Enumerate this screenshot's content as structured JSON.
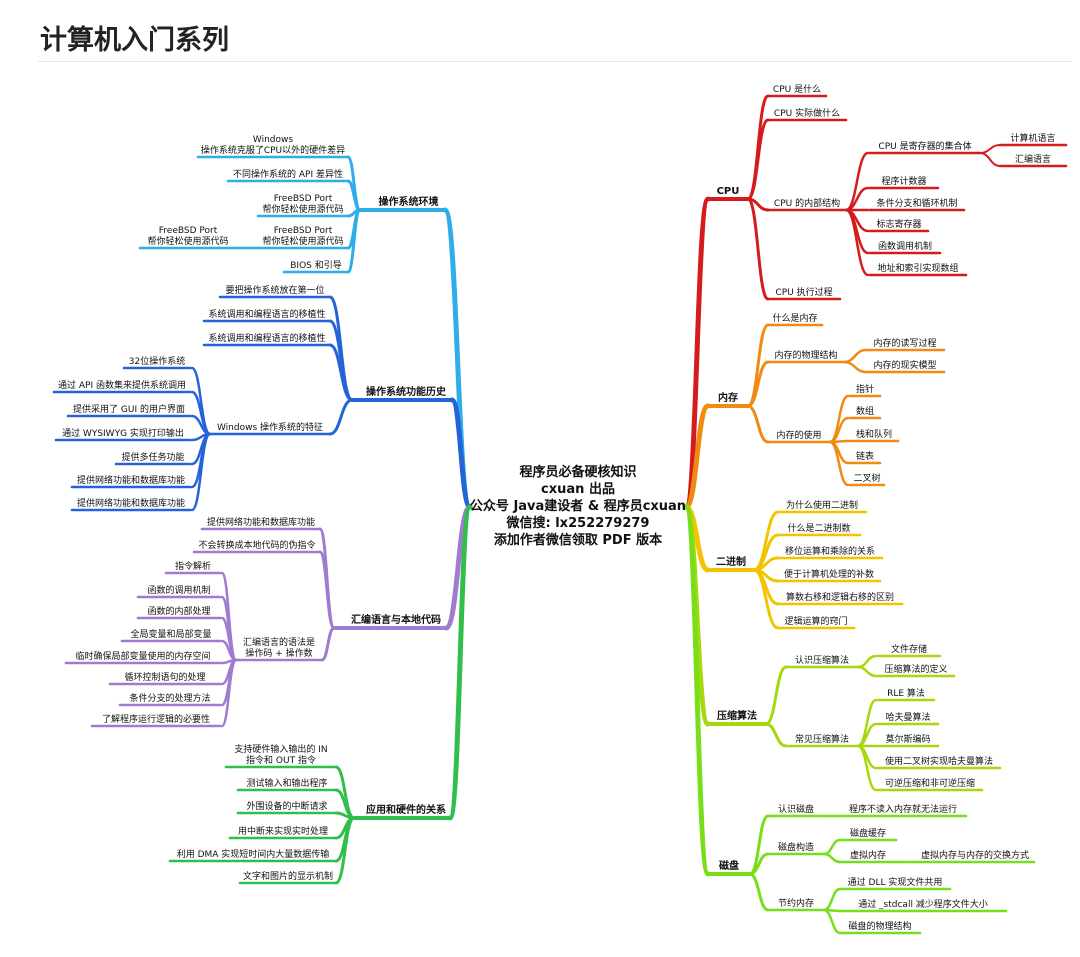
{
  "page_title": "计算机入门系列",
  "center": {
    "lines": [
      "程序员必备硬核知识",
      "cxuan 出品",
      "公众号 Java建设者 & 程序员cxuan",
      "微信搜: lx252279279",
      "添加作者微信领取 PDF 版本"
    ]
  },
  "colors": {
    "os_env": "#2eaee8",
    "os_hist": "#2563d9",
    "asm": "#a07bd0",
    "hw": "#2fbf4a",
    "cpu": "#d41c1c",
    "mem": "#f08a10",
    "bin": "#f2c400",
    "comp": "#a6d80d",
    "disk": "#78de1a"
  },
  "branches": {
    "os_env": {
      "label": "操作系统环境",
      "children": [
        "Windows\n操作系统克服了CPU以外的硬件差异",
        "不同操作系统的 API 差异性",
        "FreeBSD Port\n帮你轻松使用源代码",
        "FreeBSD Port\n帮你轻松使用源代码",
        "BIOS 和引导"
      ],
      "extra": "FreeBSD Port\n帮你轻松使用源代码"
    },
    "os_hist": {
      "label": "操作系统功能历史",
      "children": [
        "要把操作系统放在第一位",
        "系统调用和编程语言的移植性",
        "系统调用和编程语言的移植性",
        "Windows 操作系统的特征"
      ],
      "win_features": [
        "32位操作系统",
        "通过 API 函数集来提供系统调用",
        "提供采用了 GUI 的用户界面",
        "通过 WYSIWYG 实现打印输出",
        "提供多任务功能",
        "提供网络功能和数据库功能",
        "提供网络功能和数据库功能"
      ]
    },
    "asm": {
      "label": "汇编语言与本地代码",
      "children": [
        "提供网络功能和数据库功能",
        "不会转换成本地代码的伪指令",
        "汇编语言的语法是\n操作码 + 操作数"
      ],
      "syntax": [
        "指令解析",
        "函数的调用机制",
        "函数的内部处理",
        "全局变量和局部变量",
        "临时确保局部变量使用的内存空间",
        "循环控制语句的处理",
        "条件分支的处理方法",
        "了解程序运行逻辑的必要性"
      ]
    },
    "hw": {
      "label": "应用和硬件的关系",
      "children": [
        "支持硬件输入输出的 IN\n指令和 OUT 指令",
        "测试输入和输出程序",
        "外围设备的中断请求",
        "用中断来实现实时处理",
        "利用 DMA 实现短时间内大量数据传输",
        "文字和图片的显示机制"
      ]
    },
    "cpu": {
      "label": "CPU",
      "children": [
        "CPU 是什么",
        "CPU 实际做什么",
        "CPU 的内部结构",
        "CPU 执行过程"
      ],
      "inner": [
        "CPU 是寄存器的集合体",
        "程序计数器",
        "条件分支和循环机制",
        "标志寄存器",
        "函数调用机制",
        "地址和索引实现数组"
      ],
      "regs": [
        "计算机语言",
        "汇编语言"
      ]
    },
    "mem": {
      "label": "内存",
      "children": [
        "什么是内存",
        "内存的物理结构",
        "内存的使用"
      ],
      "phys": [
        "内存的读写过程",
        "内存的现实模型"
      ],
      "use": [
        "指针",
        "数组",
        "栈和队列",
        "链表",
        "二叉树"
      ]
    },
    "bin": {
      "label": "二进制",
      "children": [
        "为什么使用二进制",
        "什么是二进制数",
        "移位运算和乘除的关系",
        "便于计算机处理的补数",
        "算数右移和逻辑右移的区别",
        "逻辑运算的窍门"
      ]
    },
    "comp": {
      "label": "压缩算法",
      "children": [
        "认识压缩算法",
        "常见压缩算法"
      ],
      "know": [
        "文件存储",
        "压缩算法的定义"
      ],
      "algos": [
        "RLE 算法",
        "哈夫曼算法",
        "莫尔斯编码",
        "使用二叉树实现哈夫曼算法",
        "可逆压缩和非可逆压缩"
      ]
    },
    "disk": {
      "label": "磁盘",
      "children": [
        "认识磁盘",
        "磁盘构造",
        "节约内存"
      ],
      "know": [
        "程序不读入内存就无法运行"
      ],
      "struct": [
        "磁盘缓存",
        "虚拟内存"
      ],
      "vm": [
        "虚拟内存与内存的交换方式"
      ],
      "save": [
        "通过 DLL 实现文件共用",
        "通过 _stdcall 减少程序文件大小",
        "磁盘的物理结构"
      ]
    }
  }
}
